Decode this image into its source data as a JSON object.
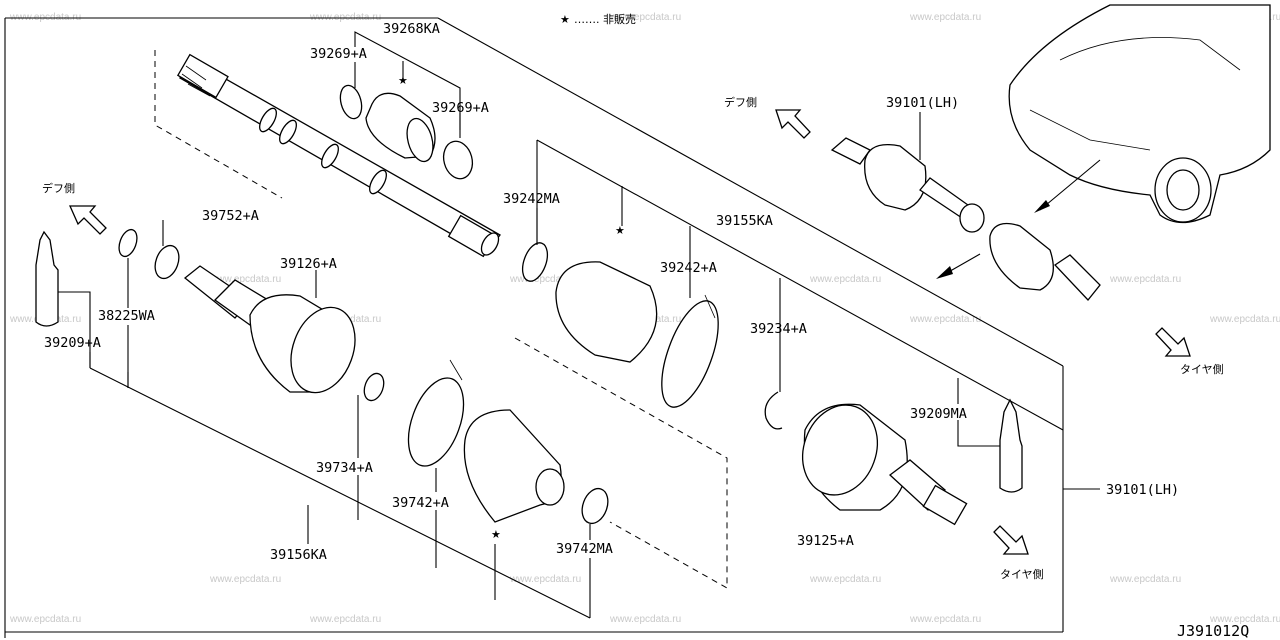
{
  "watermark": "www.epcdata.ru",
  "legend": {
    "star": "★",
    "text": "……. 非販売"
  },
  "diagram_code": "J391012Q",
  "direction_labels": {
    "diff_side": "デフ側",
    "tire_side": "タイヤ側"
  },
  "parts": {
    "p39268KA": "39268KA",
    "p39269A_top": "39269+A",
    "p39269A_right": "39269+A",
    "p39752A": "39752+A",
    "p39242MA": "39242MA",
    "p39155KA": "39155KA",
    "p39126A": "39126+A",
    "p39242A": "39242+A",
    "p38225WA": "38225WA",
    "p39209A": "39209+A",
    "p39234A": "39234+A",
    "p39209MA": "39209MA",
    "p39734A": "39734+A",
    "p39742A": "39742+A",
    "p39742MA": "39742MA",
    "p39156KA": "39156KA",
    "p39125A": "39125+A",
    "p39101LH_top": "39101(LH)",
    "p39101LH_right": "39101(LH)"
  },
  "icons": {
    "arrow": "outline-arrow-icon",
    "star": "star-icon"
  }
}
